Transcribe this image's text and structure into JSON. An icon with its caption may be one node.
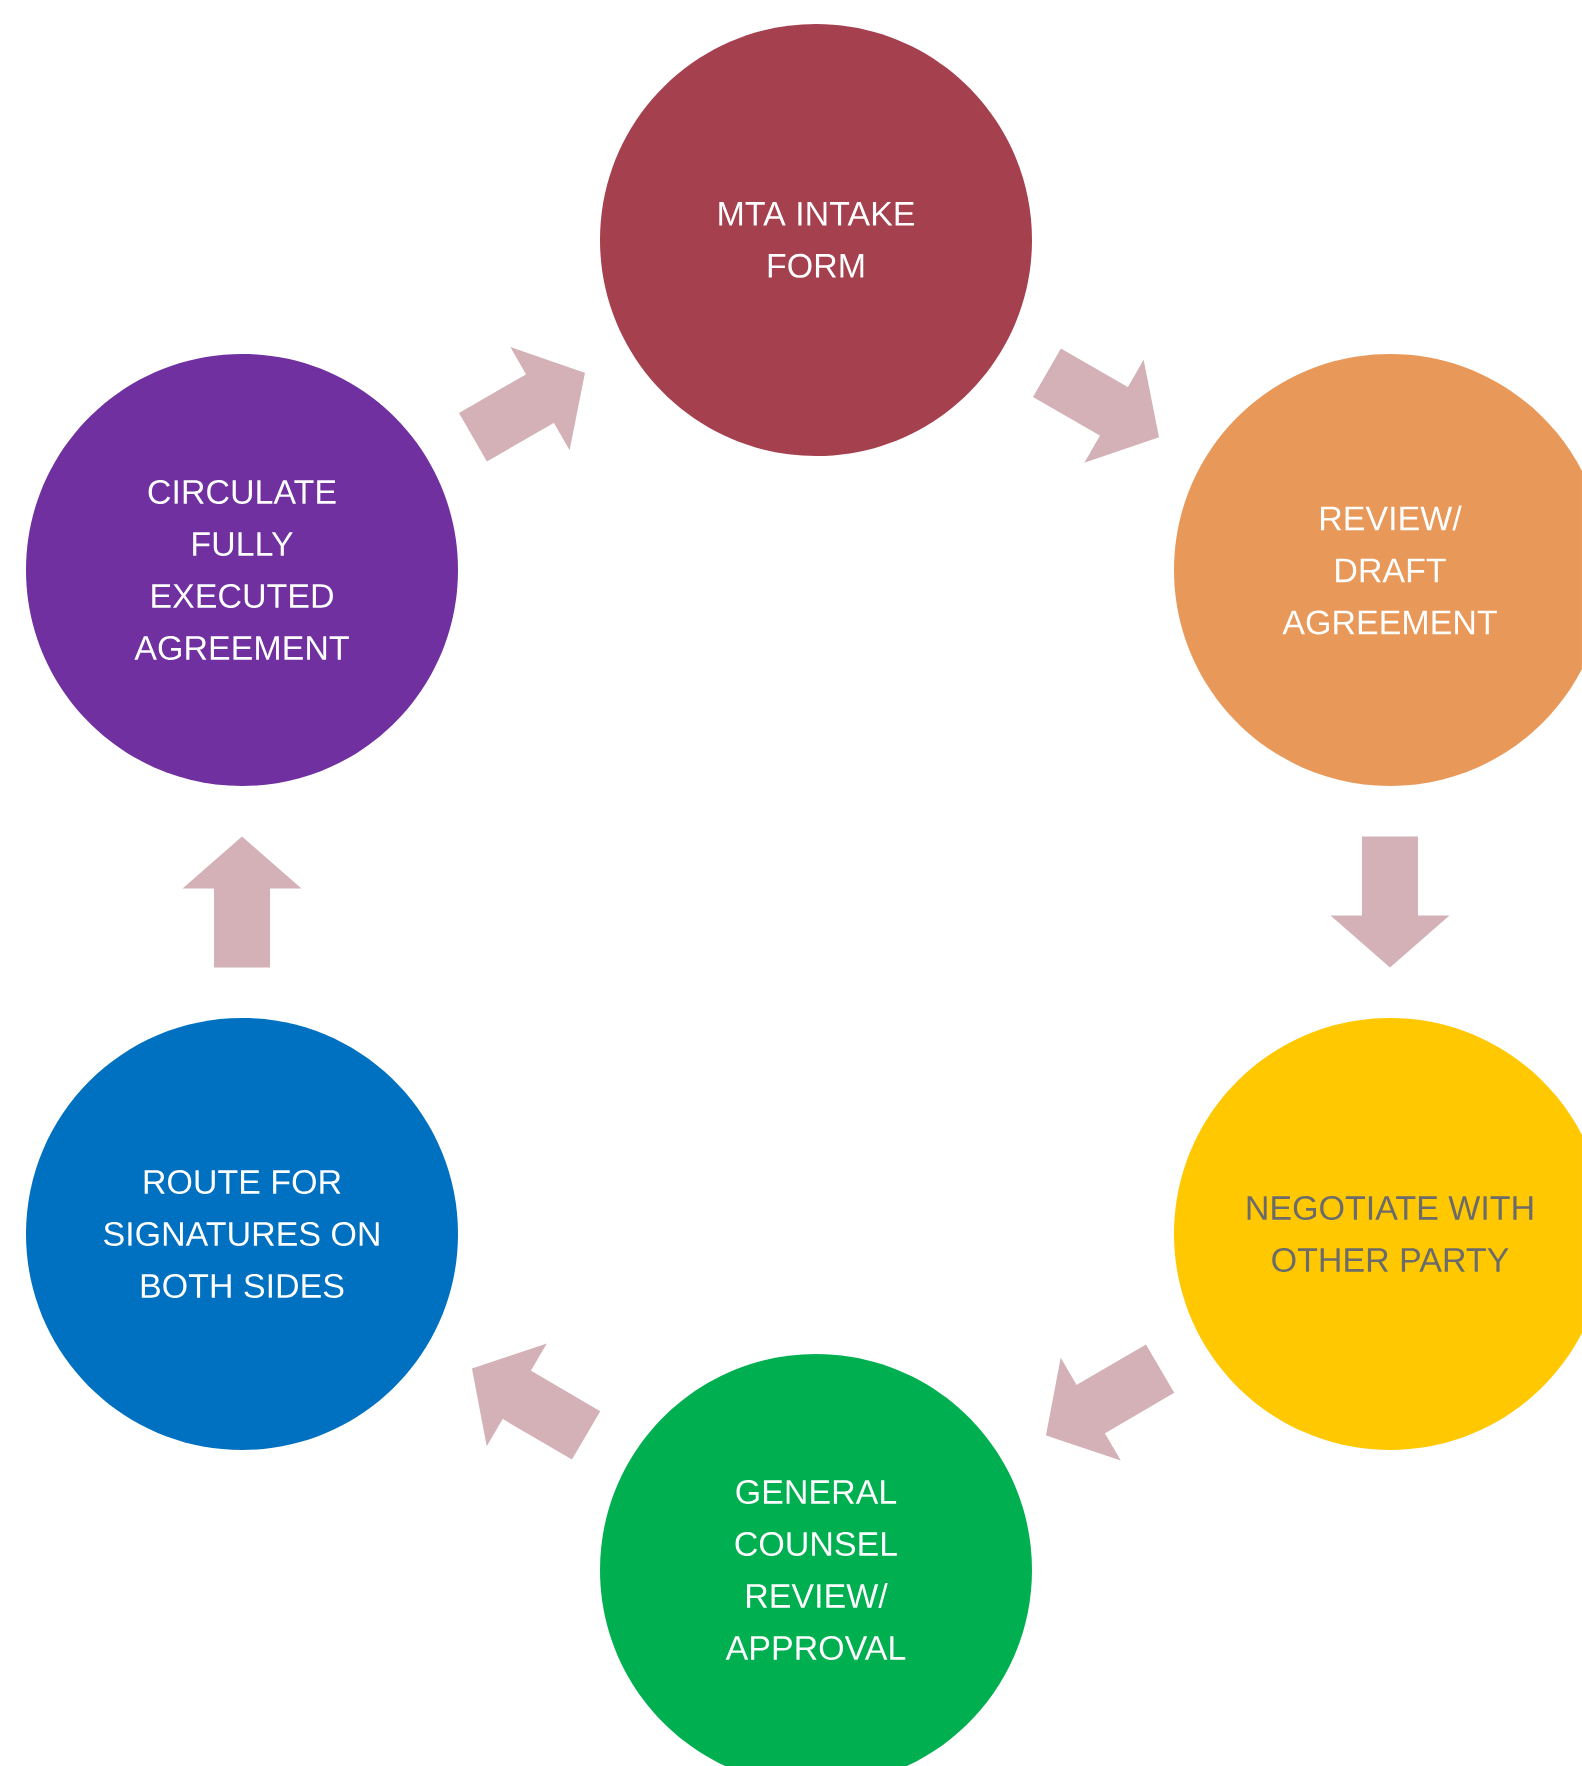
{
  "diagram": {
    "nodes": [
      {
        "text": [
          "MTA INTAKE FORM"
        ]
      },
      {
        "text": [
          "REVIEW/ DRAFT AGREEMENT"
        ]
      },
      {
        "text": [
          "NEGOTIATE WITH OTHER PARTY"
        ]
      },
      {
        "text": [
          "GENERAL COUNSEL REVIEW/ APPROVAL"
        ]
      },
      {
        "text": [
          "ROUTE FOR SIGNATURES ON BOTH SIDES"
        ]
      },
      {
        "text": [
          "CIRCULATE FULLY EXECUTED AGREEMENT"
        ]
      }
    ],
    "edges": [
      {
        "from": 0,
        "to": 1,
        "arrow": "to"
      },
      {
        "from": 1,
        "to": 2,
        "arrow": "to"
      },
      {
        "from": 2,
        "to": 3,
        "arrow": "to"
      },
      {
        "from": 3,
        "to": 4,
        "arrow": "to"
      },
      {
        "from": 4,
        "to": 5,
        "arrow": "to"
      },
      {
        "from": 5,
        "to": 0,
        "arrow": "to"
      }
    ]
  }
}
